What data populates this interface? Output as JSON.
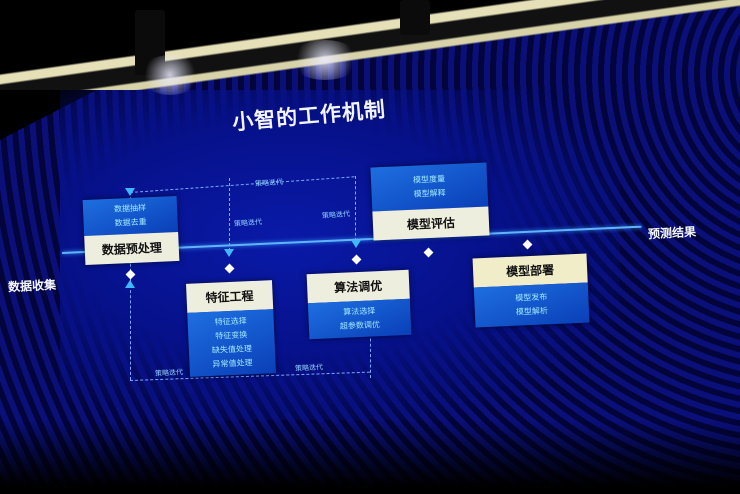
{
  "diagram": {
    "title": "小智的工作机制",
    "start_label": "数据收集",
    "end_label": "预测结果",
    "iteration_label": "策略迭代",
    "stages": [
      {
        "id": "preprocess",
        "title": "数据预处理",
        "items": [
          "数据抽样",
          "数据去重"
        ],
        "position": "above"
      },
      {
        "id": "feature",
        "title": "特征工程",
        "items": [
          "特征选择",
          "特征变换",
          "缺失值处理",
          "异常值处理"
        ],
        "position": "below"
      },
      {
        "id": "tuning",
        "title": "算法调优",
        "items": [
          "算法选择",
          "超参数调优"
        ],
        "position": "below"
      },
      {
        "id": "evaluate",
        "title": "模型评估",
        "items": [
          "模型度量",
          "模型解释"
        ],
        "position": "above"
      },
      {
        "id": "deploy",
        "title": "模型部署",
        "items": [
          "模型发布",
          "模型解析"
        ],
        "position": "below"
      }
    ],
    "colors": {
      "background": "#06118a",
      "timeline": "#5fb3ff",
      "card_sub": "#1e6fe0",
      "card_head": "#eeeede",
      "sub_text": "#9fe8ff",
      "arrow": "#3fb8ff"
    }
  }
}
